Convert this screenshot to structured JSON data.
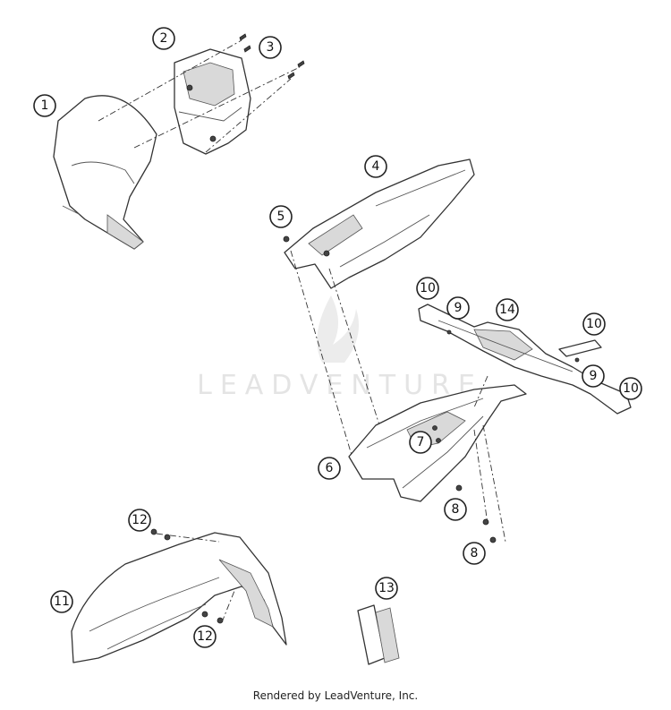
{
  "diagram": {
    "callouts": [
      "1",
      "2",
      "3",
      "4",
      "5",
      "6",
      "7",
      "8",
      "8",
      "9",
      "9",
      "10",
      "10",
      "10",
      "11",
      "12",
      "12",
      "13",
      "14"
    ],
    "watermark": "LEADVENTURE"
  },
  "footer": {
    "credit": "Rendered by LeadVenture, Inc."
  }
}
